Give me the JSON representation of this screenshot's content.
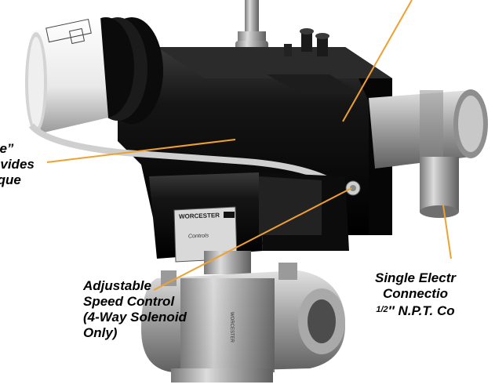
{
  "callouts": {
    "yoke": {
      "lines": [
        "ke”",
        "ovides",
        "rque"
      ]
    },
    "speed_control": {
      "lines": [
        "Adjustable",
        "Speed Control",
        "(4-Way Solenoid",
        "Only)"
      ]
    },
    "electrical": {
      "lines": [
        "Single Electr",
        "Connectio",
        "″ N.P.T. Co"
      ],
      "fraction": "1/2"
    }
  },
  "label_plate": {
    "brand": "WORCESTER",
    "script": "Controls"
  },
  "valve_marking": "WORCESTER",
  "colors": {
    "leader_line": "#f0a030",
    "text": "#000000",
    "actuator_body": "#111111",
    "steel": "#b9b9b9"
  }
}
